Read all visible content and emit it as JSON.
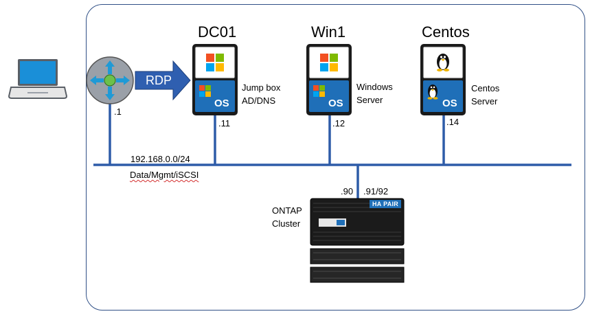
{
  "colors": {
    "network_line": "#2e5ca8",
    "frame_border": "#2f4f86",
    "rdp_arrow": "#2f5fb0",
    "router_fill": "#9aa0a8",
    "router_center": "#6cc04a",
    "ms_red": "#f25022",
    "ms_green": "#7fba00",
    "ms_blue": "#00a4ef",
    "ms_yellow": "#ffb900",
    "os_blue": "#1f6fb8"
  },
  "icons": {
    "client": "laptop-icon",
    "router": "router-icon",
    "server": "server-tower-icon",
    "windows": "windows-logo-icon",
    "linux": "linux-tux-icon",
    "storage": "storage-array-icon"
  },
  "router": {
    "ip_suffix": ".1"
  },
  "rdp_label": "RDP",
  "servers": [
    {
      "name": "DC01",
      "role_line1": "Jump box",
      "role_line2": "AD/DNS",
      "ip_suffix": ".11",
      "os": "windows"
    },
    {
      "name": "Win1",
      "role_line1": "Windows",
      "role_line2": "Server",
      "ip_suffix": ".12",
      "os": "windows"
    },
    {
      "name": "Centos",
      "role_line1": "Centos",
      "role_line2": "Server",
      "ip_suffix": ".14",
      "os": "linux"
    }
  ],
  "os_badge": "OS",
  "network": {
    "subnet": "192.168.0.0/24",
    "purpose": "Data/Mgmt/iSCSI"
  },
  "storage": {
    "label_line1": "ONTAP",
    "label_line2": "Cluster",
    "badge": "HA PAIR",
    "ip_mgmt": ".90",
    "ip_nodes": ".91/92"
  }
}
